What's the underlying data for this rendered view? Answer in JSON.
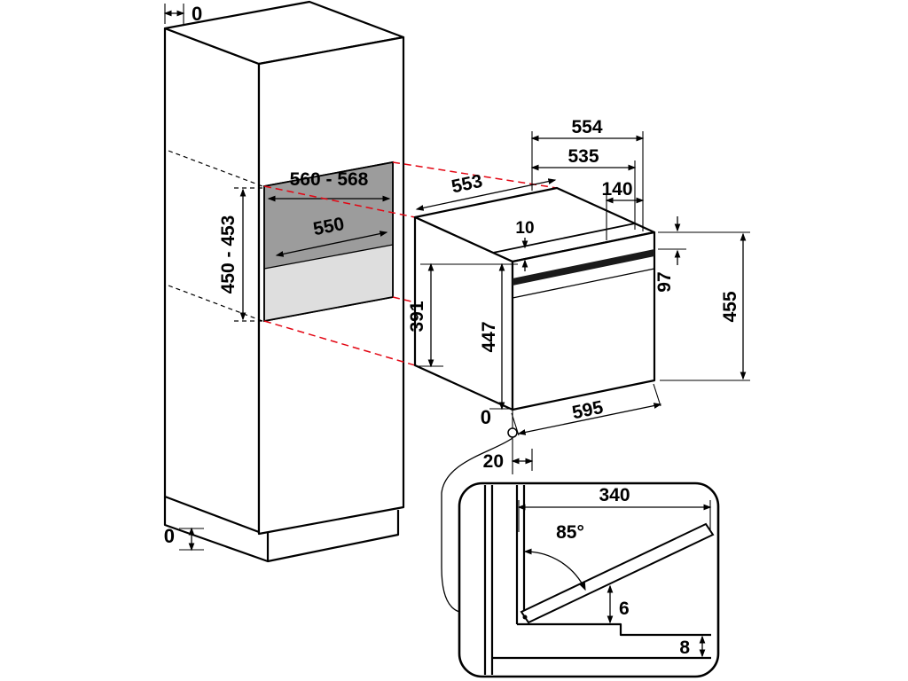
{
  "diagram": {
    "colors": {
      "projection": "#e30613",
      "niche_side": "#c6c6c6",
      "niche_back": "#9c9c9c",
      "niche_floor": "#dedede"
    },
    "cabinet": {
      "top_gap": "0",
      "bottom_gap": "0",
      "niche_width": "560 - 568",
      "niche_height": "450 - 453",
      "niche_depth": "550"
    },
    "appliance": {
      "depth_overall": "554",
      "depth_body": "535",
      "depth_segment": "140",
      "depth_side": "553",
      "top_step": "10",
      "rear_height": "391",
      "front_height": "447",
      "panel_height": "97",
      "overall_height": "455",
      "width": "595",
      "flush": "0",
      "clearance": "20"
    },
    "detail": {
      "door_depth": "340",
      "angle": "85°",
      "gap_upper": "6",
      "gap_lower": "8"
    }
  }
}
